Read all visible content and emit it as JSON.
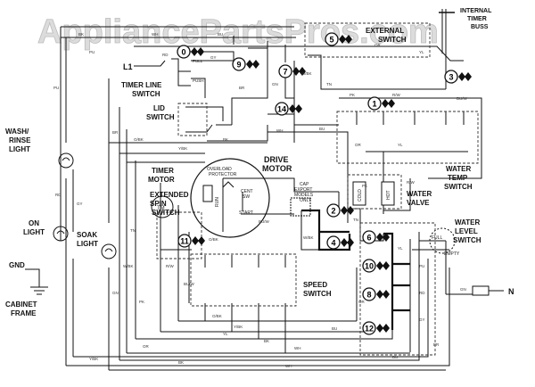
{
  "watermark": "AppliancePartsPros.com",
  "labels": {
    "internal_timer_buss": [
      "INTERNAL",
      "TIMER",
      "BUSS"
    ],
    "external_switch": [
      "EXTERNAL",
      "SWITCH"
    ],
    "l1": "L1",
    "timer_line_switch": [
      "TIMER LINE",
      "SWITCH"
    ],
    "lid_switch": [
      "LID",
      "SWITCH"
    ],
    "wash_rinse_light": [
      "WASH/",
      "RINSE",
      "LIGHT"
    ],
    "on_light": [
      "ON",
      "LIGHT"
    ],
    "soak_light": [
      "SOAK",
      "LIGHT"
    ],
    "gnd": "GND",
    "cabinet_frame": [
      "CABINET",
      "FRAME"
    ],
    "timer_motor": [
      "TIMER",
      "MOTOR"
    ],
    "extended_spin_switch": [
      "EXTENDED",
      "SPIN",
      "SWITCH"
    ],
    "overload_protector": [
      "OVERLOAD",
      "PROTECTOR"
    ],
    "drive_motor": [
      "DRIVE",
      "MOTOR"
    ],
    "cap_export": [
      "CAP",
      "EXPORT",
      "MODELS",
      "ONLY"
    ],
    "water_temp_switch": [
      "WATER",
      "TEMP",
      "SWITCH"
    ],
    "water_valve": [
      "WATER",
      "VALVE"
    ],
    "water_level_switch": [
      "WATER",
      "LEVEL",
      "SWITCH"
    ],
    "speed_switch": [
      "SPEED",
      "SWITCH"
    ],
    "n": "N",
    "cent_sw": [
      "CENT",
      "SW"
    ],
    "start": "START",
    "run": "RUN",
    "cold": "COLD",
    "hot": "HOT",
    "full": "FULL",
    "empty": "EMPTY",
    "push": "PUSH",
    "pull": "PULL"
  },
  "contacts": [
    "0",
    "1",
    "2",
    "3",
    "4",
    "5",
    "6",
    "7",
    "8",
    "9",
    "10",
    "11",
    "12",
    "14"
  ],
  "wire_codes": [
    "BK",
    "WH",
    "BU",
    "OR",
    "YL",
    "PU",
    "RD",
    "GY",
    "BR",
    "GN",
    "W/BK",
    "TN",
    "PK",
    "R/W",
    "BU/W",
    "O/BK",
    "Y/BK"
  ]
}
